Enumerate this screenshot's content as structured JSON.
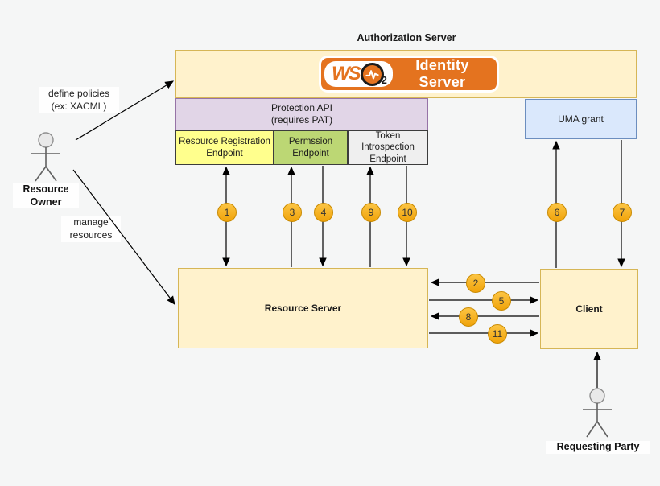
{
  "diagram_title": "Authorization Server",
  "logo": {
    "brand": "WS",
    "brand_sub": "2",
    "wave_icon": "pulse-wave-icon",
    "product": "Identity Server"
  },
  "authorization_server": {
    "protection_api": {
      "line1": "Protection API",
      "line2": "(requires PAT)"
    },
    "endpoints": [
      {
        "label": "Resource Registration Endpoint",
        "color": "#ffff8d"
      },
      {
        "label": "Permssion Endpoint",
        "color": "#bcd774"
      },
      {
        "label": "Token Introspection Endpoint",
        "color": "#efefef"
      }
    ],
    "uma_grant_label": "UMA grant"
  },
  "nodes": {
    "resource_server": "Resource Server",
    "client": "Client"
  },
  "actors": {
    "resource_owner": "Resource Owner",
    "requesting_party": "Requesting Party"
  },
  "edge_labels": {
    "define_policies_line1": "define policies",
    "define_policies_line2": "(ex: XACML)",
    "manage_resources_line1": "manage",
    "manage_resources_line2": "resources"
  },
  "steps": {
    "s1": "1",
    "s2": "2",
    "s3": "3",
    "s4": "4",
    "s5": "5",
    "s6": "6",
    "s7": "7",
    "s8": "8",
    "s9": "9",
    "s10": "10",
    "s11": "11"
  },
  "colors": {
    "background": "#f5f6f6",
    "node_fill": "#fff2cc",
    "node_border": "#d6b656",
    "protection_fill": "#e1d5e7",
    "protection_border": "#9673a6",
    "uma_fill": "#dae8fc",
    "uma_border": "#6c8ebf",
    "endpoint_yellow": "#ffff8d",
    "endpoint_green": "#bcd774",
    "endpoint_gray": "#efefef",
    "badge_fill": "#f5ae13",
    "badge_border": "#c98a00",
    "brand_orange": "#e4731f"
  }
}
